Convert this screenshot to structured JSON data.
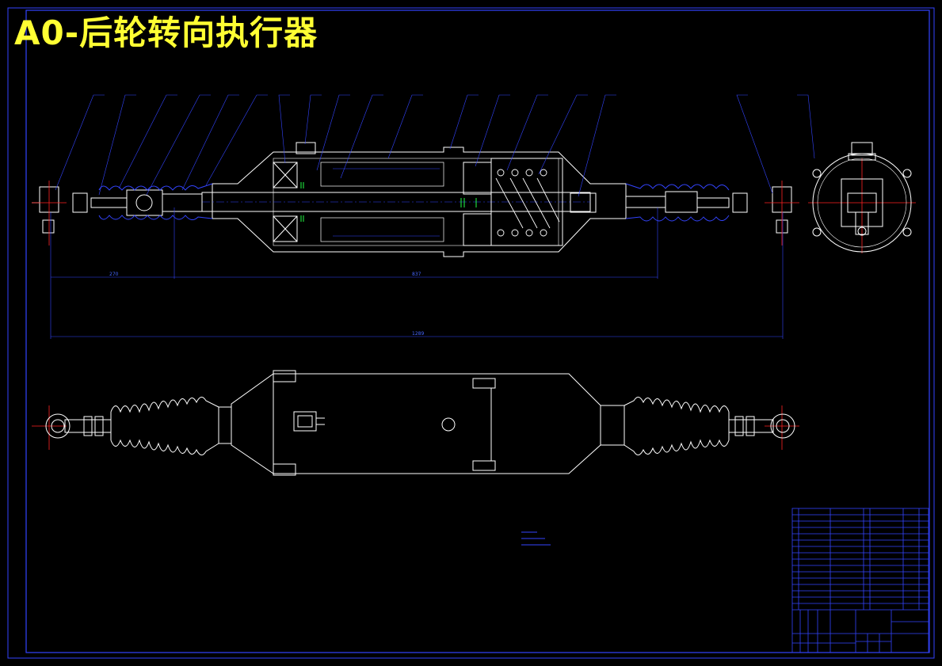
{
  "title": "A0-后轮转向执行器",
  "dimensions": {
    "left_span": "270",
    "mid_span": "837",
    "total_span": "1289"
  },
  "colors": {
    "background": "#000000",
    "frame": "#3344ff",
    "title": "#ffff33",
    "outline": "#ffffff",
    "leader": "#3344ff",
    "center_mark": "#ff2222",
    "accent_green": "#22ff44"
  }
}
